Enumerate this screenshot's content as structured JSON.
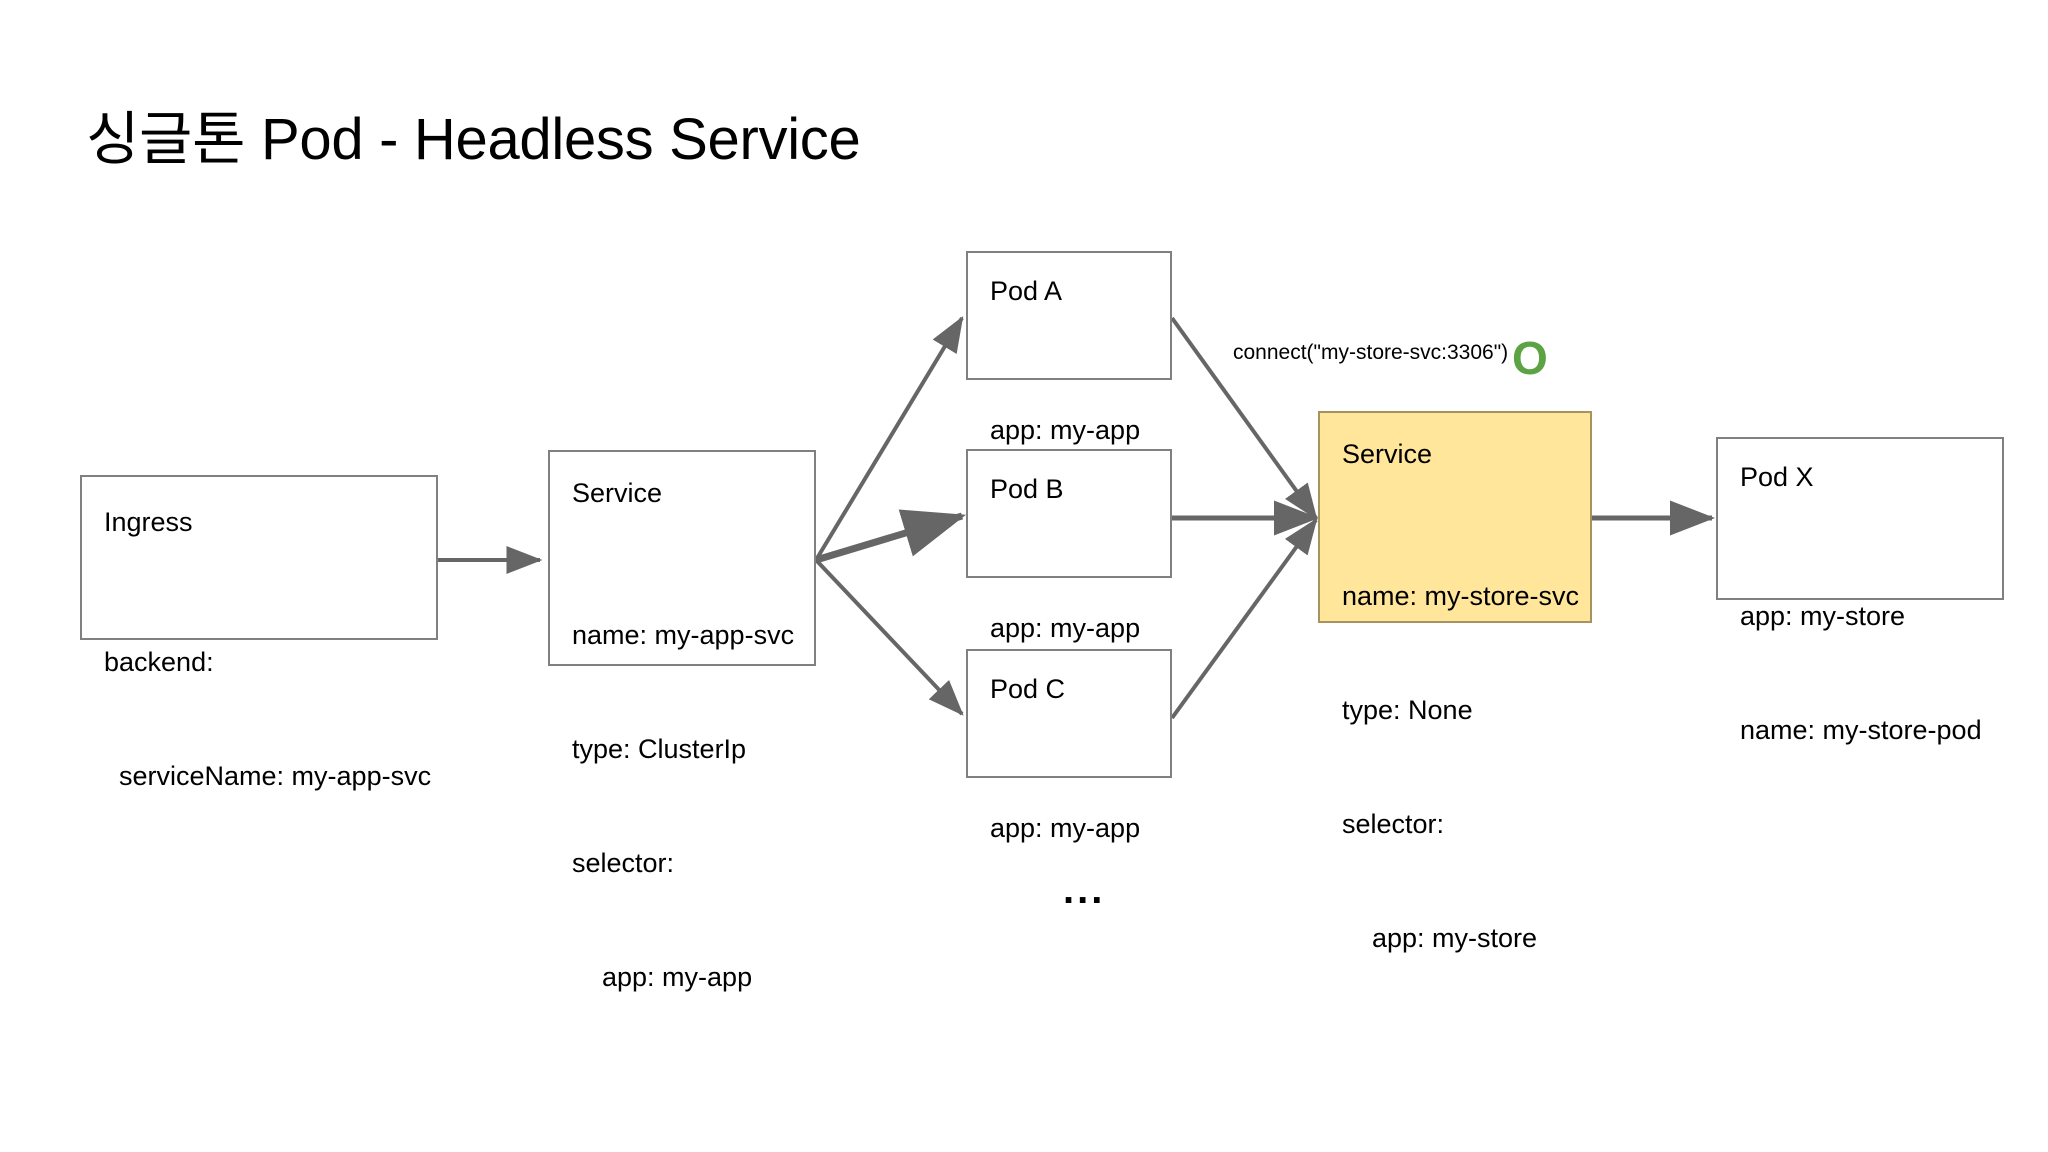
{
  "slide": {
    "title": "싱글톤 Pod - Headless Service",
    "background_color": "#ffffff"
  },
  "colors": {
    "node_border": "#808080",
    "node_fill": "#ffffff",
    "accent_fill": "#ffe69a",
    "accent_border": "#a8925f",
    "edge_stroke": "#666666",
    "ok_green": "#5ba343",
    "text": "#000000"
  },
  "nodes": {
    "ingress": {
      "title": "Ingress",
      "lines": [
        "backend:",
        "  serviceName: my-app-svc"
      ]
    },
    "service_app": {
      "title": "Service",
      "lines": [
        "name: my-app-svc",
        "type: ClusterIp",
        "selector:",
        "    app: my-app"
      ]
    },
    "pod_a": {
      "title": "Pod A",
      "lines": [
        "app: my-app"
      ]
    },
    "pod_b": {
      "title": "Pod B",
      "lines": [
        "app: my-app"
      ]
    },
    "pod_c": {
      "title": "Pod C",
      "lines": [
        "app: my-app"
      ]
    },
    "service_store": {
      "title": "Service",
      "lines": [
        "name: my-store-svc",
        "type: None",
        "selector:",
        "    app: my-store"
      ]
    },
    "pod_x": {
      "title": "Pod X",
      "lines": [
        "app: my-store",
        "name: my-store-pod"
      ]
    }
  },
  "annotations": {
    "connect_call": "connect(\"my-store-svc:3306\")",
    "ok_mark": "O",
    "more_pods_ellipsis": "..."
  }
}
